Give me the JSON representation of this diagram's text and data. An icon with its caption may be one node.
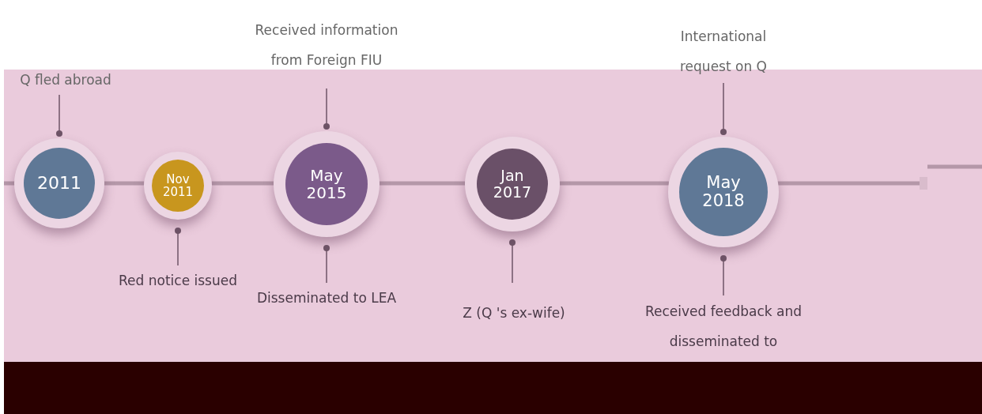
{
  "diagram": {
    "nodes": [
      {
        "text": [
          "Q fled abroad"
        ]
      },
      {
        "text": [
          "Received information from Foreign FIU"
        ]
      },
      {
        "text": [
          "International request on Q"
        ]
      },
      {
        "text": [
          "2011"
        ]
      },
      {
        "text": [
          "Nov 2011"
        ]
      },
      {
        "text": [
          "May 2015"
        ]
      },
      {
        "text": [
          "Jan 2017"
        ]
      },
      {
        "text": [
          "May 2018"
        ]
      },
      {
        "text": [
          "Red notice issued"
        ]
      },
      {
        "text": [
          "Disseminated to LEA"
        ]
      },
      {
        "text": [
          "Z (Q 's ex-wife)"
        ]
      },
      {
        "text": [
          "Received feedback and disseminated to"
        ]
      }
    ],
    "edges": [
      {
        "from": 3,
        "to": 4,
        "arrow": "none",
        "style": "thick",
        "color": "#b497a8"
      },
      {
        "from": 4,
        "to": 5,
        "arrow": "none",
        "style": "thick",
        "color": "#b497a8"
      },
      {
        "from": 5,
        "to": 6,
        "arrow": "none",
        "style": "thick",
        "color": "#b497a8"
      },
      {
        "from": 6,
        "to": 7,
        "arrow": "none",
        "style": "thick",
        "color": "#b497a8"
      },
      {
        "from": 0,
        "to": 3,
        "arrow": "other"
      },
      {
        "from": 1,
        "to": 5,
        "arrow": "other"
      },
      {
        "from": 2,
        "to": 7,
        "arrow": "other"
      },
      {
        "from": 8,
        "to": 4,
        "arrow": "other"
      },
      {
        "from": 9,
        "to": 5,
        "arrow": "other"
      },
      {
        "from": 10,
        "to": 6,
        "arrow": "other"
      },
      {
        "from": 11,
        "to": 7,
        "arrow": "other"
      }
    ]
  }
}
